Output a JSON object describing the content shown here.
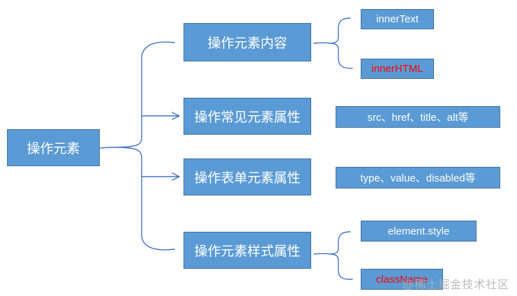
{
  "diagram": {
    "type": "tree",
    "root": {
      "label": "操作元素"
    },
    "branches": [
      {
        "label": "操作元素内容",
        "children": [
          {
            "label": "innerText",
            "text_color": "#FFFFFF"
          },
          {
            "label": "innerHTML",
            "text_color": "#FF0000"
          }
        ]
      },
      {
        "label": "操作常见元素属性",
        "children": [
          {
            "label": "src、href、title、alt等",
            "text_color": "#FFFFFF"
          }
        ]
      },
      {
        "label": "操作表单元素属性",
        "children": [
          {
            "label": "type、value、disabled等",
            "text_color": "#FFFFFF"
          }
        ]
      },
      {
        "label": "操作元素样式属性",
        "children": [
          {
            "label": "element.style",
            "text_color": "#FFFFFF"
          },
          {
            "label": "className",
            "text_color": "#FF0000"
          }
        ]
      }
    ],
    "watermark": "@稀土掘金技术社区",
    "colors": {
      "node_fill": "#5B9BD5",
      "node_border": "#41719C",
      "connector_line": "#4472C4",
      "text_default": "#FFFFFF",
      "text_highlight": "#FF0000",
      "watermark_text": "#B0B0B0",
      "background": "#FFFFFF"
    }
  }
}
